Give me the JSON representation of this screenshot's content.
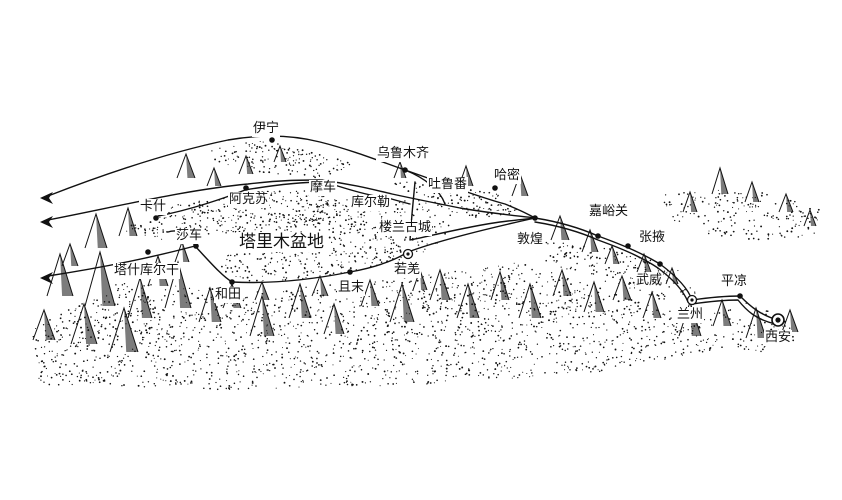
{
  "map": {
    "ink": "#111111",
    "paper": "#ffffff",
    "region": "塔里木盆地",
    "places": {
      "yining": "伊宁",
      "urumqi": "乌鲁木齐",
      "turpan": "吐鲁番",
      "hami": "哈密",
      "kashgar": "卡什",
      "aksu": "阿克苏",
      "kuqa": "摩车",
      "korla": "库尔勒",
      "loulan": "楼兰古城",
      "dunhuang": "敦煌",
      "jiayuguan": "嘉峪关",
      "zhangye": "张掖",
      "wuwei": "武威",
      "lanzhou": "兰州",
      "pingliang": "平凉",
      "xian": "西安",
      "shache": "莎车",
      "tashkurgan": "塔什库尔干",
      "hotan": "和田",
      "qiemo": "且末",
      "ruoqiang": "若羌"
    }
  }
}
